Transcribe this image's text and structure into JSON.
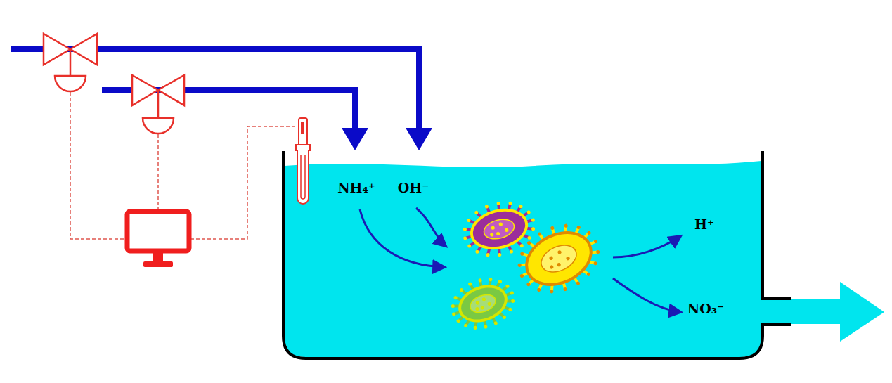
{
  "diagram": {
    "labels": [
      "NH₄⁺",
      "OH⁻",
      "H⁺",
      "NO₃⁻"
    ]
  }
}
